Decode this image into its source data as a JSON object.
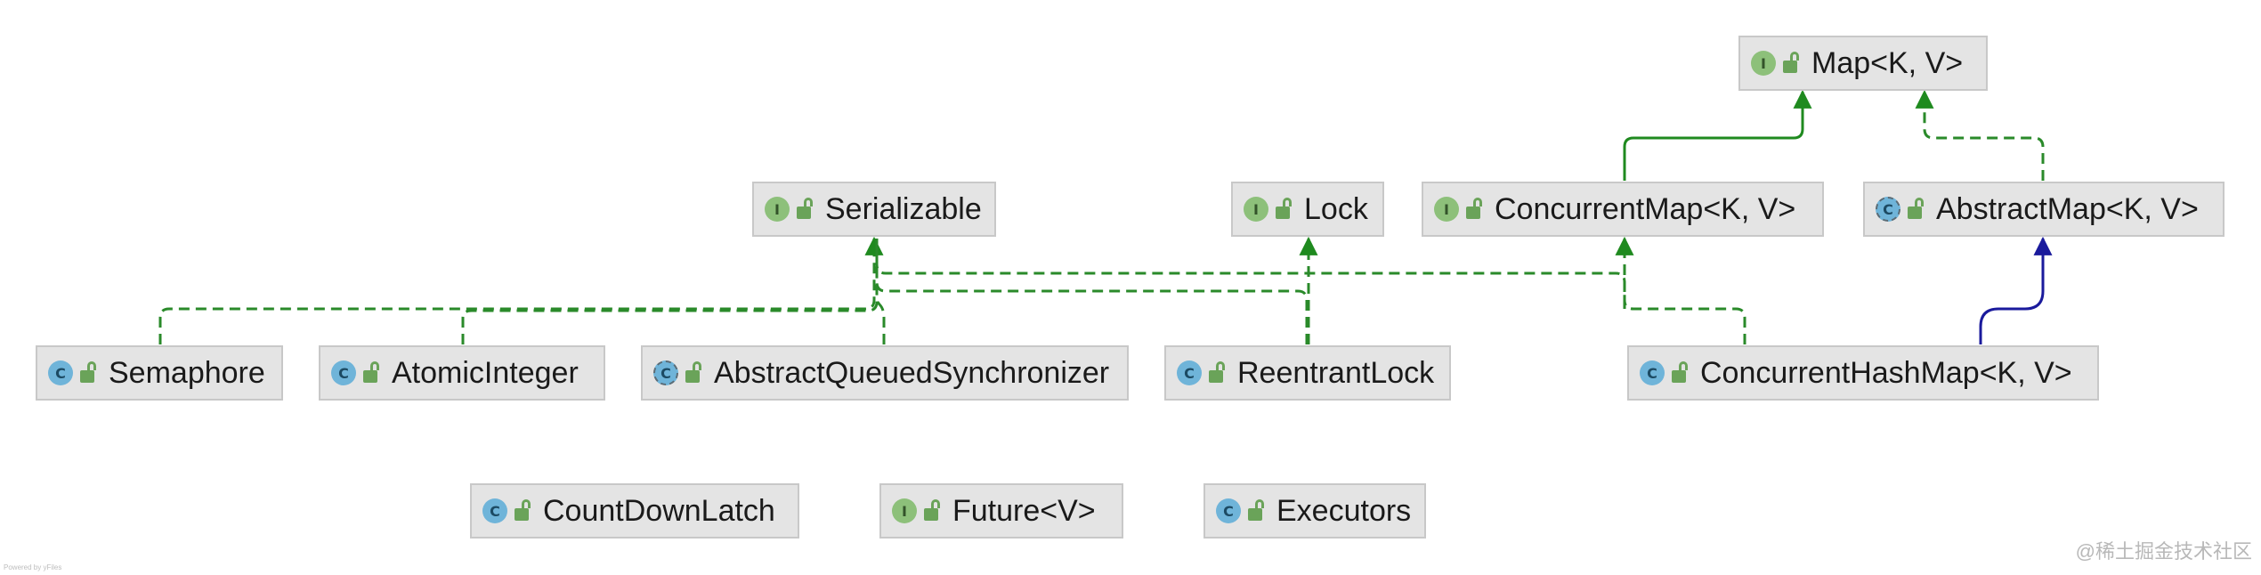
{
  "nodes": [
    {
      "id": "map",
      "kind": "I",
      "label": "Map<K, V>"
    },
    {
      "id": "serializable",
      "kind": "I",
      "label": "Serializable"
    },
    {
      "id": "lock",
      "kind": "I",
      "label": "Lock"
    },
    {
      "id": "concurrentmap",
      "kind": "I",
      "label": "ConcurrentMap<K, V>"
    },
    {
      "id": "abstractmap",
      "kind": "C",
      "label": "AbstractMap<K, V>"
    },
    {
      "id": "semaphore",
      "kind": "C",
      "label": "Semaphore"
    },
    {
      "id": "atomicinteger",
      "kind": "C",
      "label": "AtomicInteger"
    },
    {
      "id": "aqs",
      "kind": "C",
      "label": "AbstractQueuedSynchronizer"
    },
    {
      "id": "reentrantlock",
      "kind": "C",
      "label": "ReentrantLock"
    },
    {
      "id": "concurrenthashmap",
      "kind": "C",
      "label": "ConcurrentHashMap<K, V>"
    },
    {
      "id": "countdownlatch",
      "kind": "C",
      "label": "CountDownLatch"
    },
    {
      "id": "future",
      "kind": "I",
      "label": "Future<V>"
    },
    {
      "id": "executors",
      "kind": "C",
      "label": "Executors"
    }
  ],
  "edges": [
    {
      "from": "concurrentmap",
      "to": "map",
      "type": "extends"
    },
    {
      "from": "abstractmap",
      "to": "map",
      "type": "implements"
    },
    {
      "from": "semaphore",
      "to": "serializable",
      "type": "implements"
    },
    {
      "from": "atomicinteger",
      "to": "serializable",
      "type": "implements"
    },
    {
      "from": "aqs",
      "to": "serializable",
      "type": "implements"
    },
    {
      "from": "reentrantlock",
      "to": "serializable",
      "type": "implements"
    },
    {
      "from": "reentrantlock",
      "to": "lock",
      "type": "implements"
    },
    {
      "from": "concurrenthashmap",
      "to": "serializable",
      "type": "implements"
    },
    {
      "from": "concurrenthashmap",
      "to": "concurrentmap",
      "type": "implements"
    },
    {
      "from": "concurrenthashmap",
      "to": "abstractmap",
      "type": "extends"
    }
  ],
  "badges": {
    "I": "I",
    "C": "C"
  },
  "colors": {
    "implements": "#2a8a2a",
    "extends_interface": "#1f8a1f",
    "extends_class": "#1a1a9c"
  },
  "watermark": "@稀土掘金技术社区",
  "tinytext": "Powered by yFiles"
}
